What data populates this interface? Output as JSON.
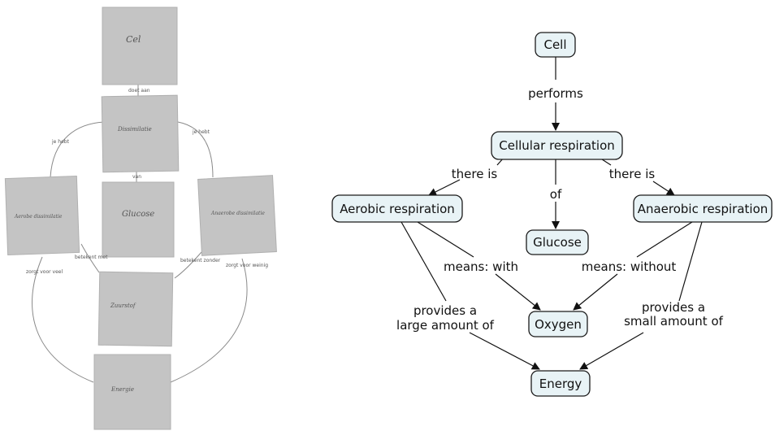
{
  "handwritten_map": {
    "nodes": {
      "cell": "Cel",
      "dissimilation": "Dissimilatie",
      "glucose": "Glucose",
      "aerobic": "Aerobe dissimilatie",
      "anaerobic": "Anaerobe dissimilatie",
      "oxygen": "Zuurstof",
      "energy": "Energie"
    },
    "links": {
      "cell_dissimilation": "doet aan",
      "left_branch": "je hebt",
      "right_branch": "je hebt",
      "glucose_link": "van",
      "aerobic_oxygen": "betekent met",
      "anaerobic_oxygen": "betekent zonder",
      "aerobic_energy": "zorgt voor veel",
      "anaerobic_energy": "zorgt voor weinig"
    }
  },
  "concept_map": {
    "nodes": {
      "cell": "Cell",
      "cellular_respiration": "Cellular respiration",
      "aerobic": "Aerobic respiration",
      "glucose": "Glucose",
      "anaerobic": "Anaerobic respiration",
      "oxygen": "Oxygen",
      "energy": "Energy"
    },
    "links": {
      "performs": "performs",
      "there_is_left": "there is",
      "of": "of",
      "there_is_right": "there is",
      "means_with": "means: with",
      "means_without": "means: without",
      "provides_large_1": "provides a",
      "provides_large_2": "large amount of",
      "provides_small_1": "provides a",
      "provides_small_2": "small amount of"
    }
  }
}
